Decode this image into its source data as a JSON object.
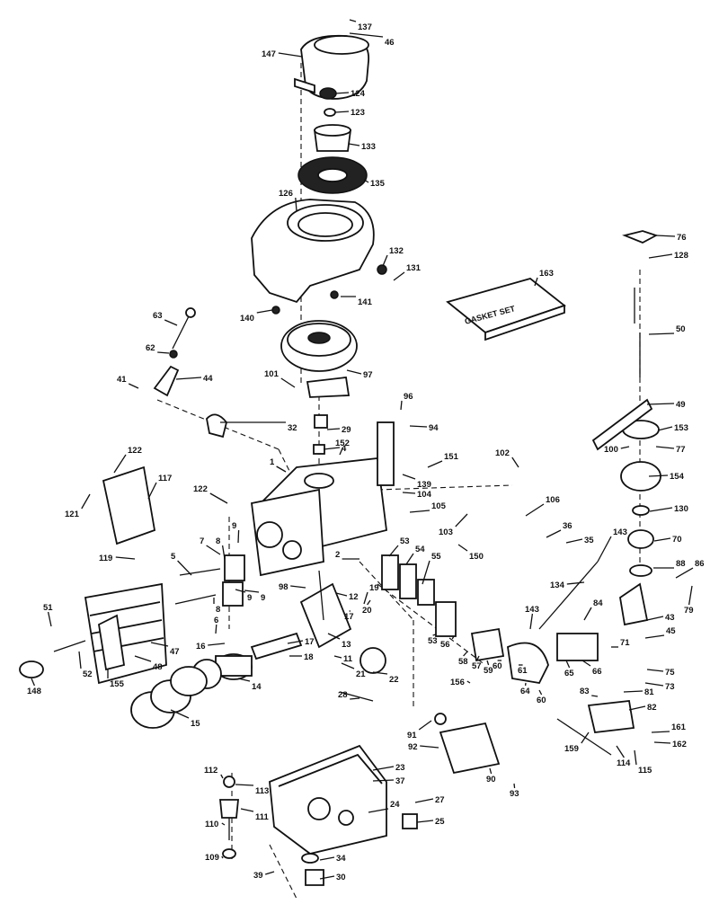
{
  "diagram": {
    "gasket_box_label": "GASKET SET",
    "callouts": [
      "137",
      "46",
      "147",
      "124",
      "123",
      "133",
      "135",
      "126",
      "132",
      "131",
      "141",
      "140",
      "63",
      "62",
      "41",
      "44",
      "101",
      "97",
      "96",
      "29",
      "32",
      "94",
      "4",
      "152",
      "151",
      "139",
      "104",
      "105",
      "122",
      "117",
      "121",
      "119",
      "1",
      "122",
      "9",
      "7",
      "8",
      "5",
      "9",
      "2",
      "53",
      "54",
      "55",
      "103",
      "150",
      "102",
      "106",
      "36",
      "35",
      "143",
      "98",
      "12",
      "19",
      "17",
      "20",
      "51",
      "47",
      "48",
      "6",
      "8",
      "9",
      "16",
      "17",
      "18",
      "13",
      "11",
      "21",
      "22",
      "52",
      "155",
      "148",
      "14",
      "15",
      "28",
      "53",
      "56",
      "57",
      "58",
      "59",
      "60",
      "61",
      "64",
      "60",
      "143",
      "134",
      "84",
      "43",
      "65",
      "66",
      "71",
      "45",
      "75",
      "73",
      "76",
      "128",
      "163",
      "50",
      "49",
      "153",
      "100",
      "77",
      "154",
      "130",
      "70",
      "88",
      "86",
      "79",
      "156",
      "91",
      "92",
      "90",
      "93",
      "83",
      "81",
      "82",
      "159",
      "114",
      "115",
      "161",
      "162",
      "23",
      "37",
      "27",
      "24",
      "25",
      "112",
      "113",
      "111",
      "110",
      "109",
      "34",
      "39",
      "30"
    ]
  }
}
